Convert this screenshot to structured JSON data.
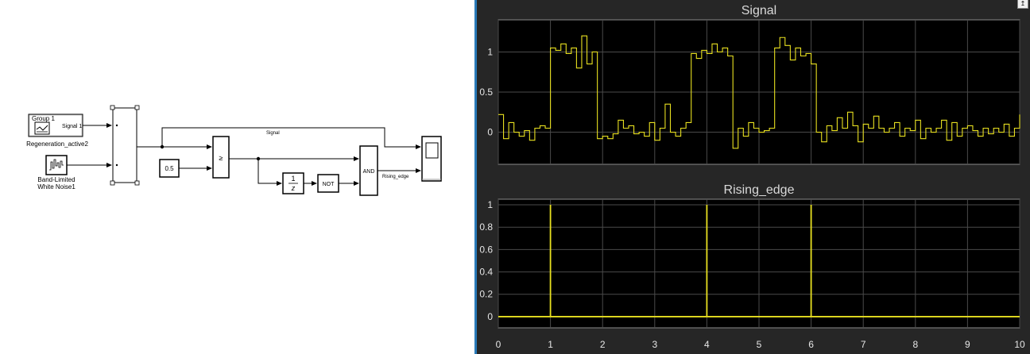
{
  "model": {
    "blocks": {
      "signal_builder": {
        "name": "Regeneration_active2",
        "group": "Group 1",
        "port": "Signal 1"
      },
      "noise": {
        "name_line1": "Band-Limited",
        "name_line2": "White Noise1"
      },
      "constant": {
        "value": "0.5"
      },
      "compare": {
        "operator": "≥"
      },
      "delay": {
        "numerator": "1",
        "denominator": "z"
      },
      "not_gate": {
        "label": "NOT"
      },
      "and_gate": {
        "label": "AND"
      }
    },
    "signals": {
      "signal": "Signal",
      "rising_edge": "Rising_edge"
    }
  },
  "scope": {
    "undock_icon": "arrow-up-icon",
    "colors": {
      "trace": "#e8e020",
      "background": "#000000",
      "frame": "#262626",
      "grid": "#4a4a4a"
    }
  },
  "chart_data": [
    {
      "type": "line",
      "title": "Signal",
      "xlim": [
        0,
        10
      ],
      "ylim": [
        -0.4,
        1.4
      ],
      "yticks": [
        0,
        0.5,
        1
      ],
      "xticks": [
        0,
        1,
        2,
        3,
        4,
        5,
        6,
        7,
        8,
        9,
        10
      ],
      "grid": true,
      "step": true,
      "series": [
        {
          "x": [
            0,
            0.1,
            0.2,
            0.3,
            0.4,
            0.5,
            0.6,
            0.7,
            0.8,
            0.9,
            1.0,
            1.1,
            1.2,
            1.3,
            1.4,
            1.5,
            1.6,
            1.7,
            1.8,
            1.9,
            2.0,
            2.1,
            2.2,
            2.3,
            2.4,
            2.5,
            2.6,
            2.7,
            2.8,
            2.9,
            3.0,
            3.1,
            3.2,
            3.3,
            3.4,
            3.5,
            3.6,
            3.7,
            3.8,
            3.9,
            4.0,
            4.1,
            4.2,
            4.3,
            4.4,
            4.5,
            4.6,
            4.7,
            4.8,
            4.9,
            5.0,
            5.1,
            5.2,
            5.3,
            5.4,
            5.5,
            5.6,
            5.7,
            5.8,
            5.9,
            6.0,
            6.1,
            6.2,
            6.3,
            6.4,
            6.5,
            6.6,
            6.7,
            6.8,
            6.9,
            7.0,
            7.1,
            7.2,
            7.3,
            7.4,
            7.5,
            7.6,
            7.7,
            7.8,
            7.9,
            8.0,
            8.1,
            8.2,
            8.3,
            8.4,
            8.5,
            8.6,
            8.7,
            8.8,
            8.9,
            9.0,
            9.1,
            9.2,
            9.3,
            9.4,
            9.5,
            9.6,
            9.7,
            9.8,
            9.9,
            10.0
          ],
          "y": [
            0.22,
            -0.08,
            0.12,
            0.0,
            -0.05,
            0.02,
            -0.1,
            0.05,
            0.08,
            0.05,
            1.05,
            1.02,
            1.1,
            0.98,
            1.05,
            0.8,
            1.2,
            0.85,
            1.0,
            -0.08,
            -0.05,
            -0.08,
            -0.02,
            0.15,
            0.05,
            0.08,
            -0.02,
            0.0,
            -0.05,
            0.12,
            -0.1,
            0.05,
            0.35,
            0.0,
            -0.05,
            0.05,
            0.12,
            0.98,
            0.92,
            1.02,
            0.98,
            1.1,
            1.0,
            1.05,
            0.95,
            -0.2,
            0.05,
            -0.05,
            0.12,
            0.05,
            0.0,
            0.02,
            0.05,
            1.05,
            1.18,
            1.08,
            0.9,
            1.05,
            0.95,
            0.98,
            0.85,
            0.0,
            -0.12,
            0.08,
            0.02,
            0.18,
            0.05,
            0.25,
            0.08,
            -0.12,
            0.1,
            0.05,
            0.2,
            0.05,
            0.0,
            0.05,
            0.12,
            -0.05,
            0.05,
            0.02,
            0.15,
            -0.08,
            0.05,
            0.0,
            0.05,
            0.15,
            -0.1,
            0.12,
            -0.05,
            0.05,
            0.08,
            0.02,
            -0.05,
            0.05,
            -0.02,
            0.05,
            0.0,
            0.1,
            -0.05,
            0.05,
            0.22
          ]
        }
      ]
    },
    {
      "type": "line",
      "title": "Rising_edge",
      "xlim": [
        0,
        10
      ],
      "ylim": [
        -0.1,
        1.05
      ],
      "yticks": [
        0,
        0.2,
        0.4,
        0.6,
        0.8,
        1
      ],
      "xticks": [
        0,
        1,
        2,
        3,
        4,
        5,
        6,
        7,
        8,
        9,
        10
      ],
      "grid": true,
      "series": [
        {
          "x": [
            0,
            1,
            1,
            1,
            4,
            4,
            4,
            6,
            6,
            6,
            10
          ],
          "y": [
            0,
            0,
            1,
            0,
            0,
            1,
            0,
            0,
            1,
            0,
            0
          ]
        }
      ]
    }
  ]
}
